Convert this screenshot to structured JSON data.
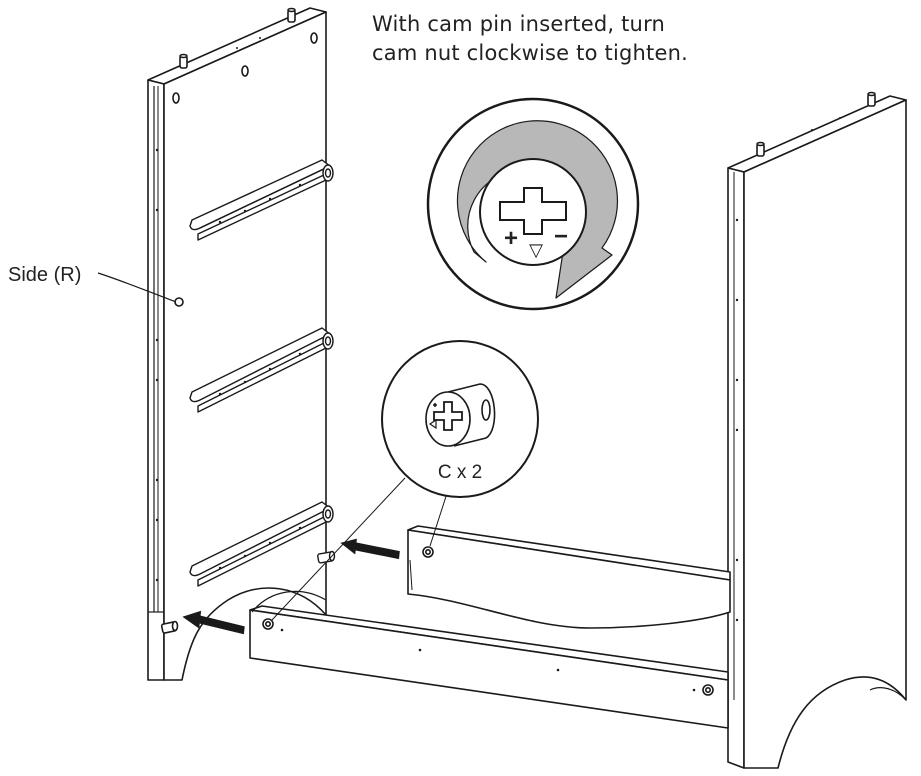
{
  "instruction": {
    "line1": "With cam pin inserted, turn",
    "line2": "cam nut clockwise to tighten."
  },
  "labels": {
    "side_r": "Side (R)",
    "cam_count": "C x 2"
  },
  "cam_symbols": {
    "plus": "+",
    "minus": "−",
    "pointer": "▽"
  },
  "colors": {
    "line": "#1a1a1a",
    "arrow_gray": "#b8b8b8",
    "background": "#ffffff"
  }
}
